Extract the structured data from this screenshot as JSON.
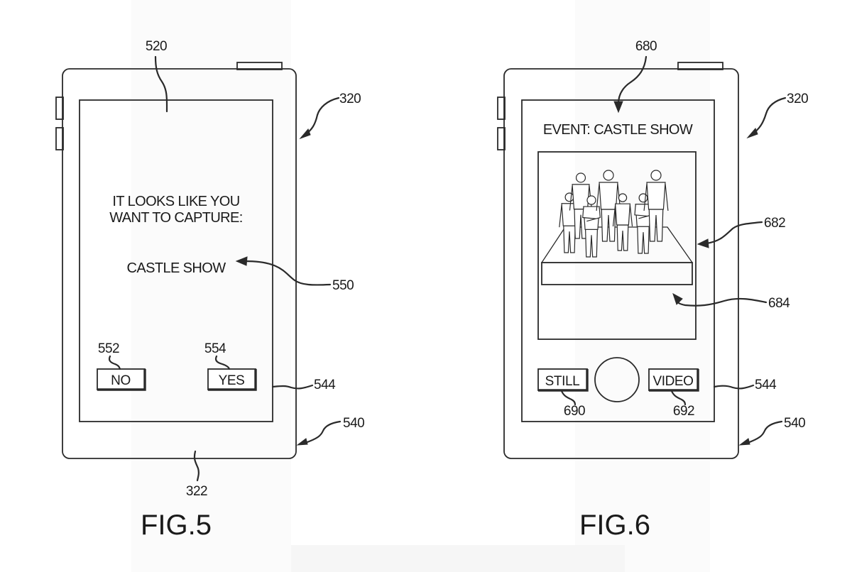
{
  "figures": [
    {
      "id": "fig5",
      "caption": "FIG.5",
      "refs": {
        "screen": "520",
        "device": "320",
        "housing_bottom": "322",
        "highlight_arrow": "550",
        "no_button": "552",
        "yes_button": "554",
        "display_edge": "544",
        "housing_edge": "540"
      },
      "screen": {
        "prompt_line1": "IT LOOKS LIKE YOU",
        "prompt_line2": "WANT TO CAPTURE:",
        "suggestion": "CASTLE SHOW",
        "buttons": [
          {
            "label": "NO"
          },
          {
            "label": "YES"
          }
        ]
      }
    },
    {
      "id": "fig6",
      "caption": "FIG.6",
      "refs": {
        "header": "680",
        "device": "320",
        "image_frame": "682",
        "image_content": "684",
        "still_button": "690",
        "video_button": "692",
        "display_edge": "544",
        "housing_edge": "540"
      },
      "screen": {
        "header": "EVENT: CASTLE SHOW",
        "preview_people_count": 7,
        "buttons": [
          {
            "label": "STILL"
          },
          {
            "label": "VIDEO"
          }
        ],
        "shutter": "shutter-button"
      }
    }
  ]
}
